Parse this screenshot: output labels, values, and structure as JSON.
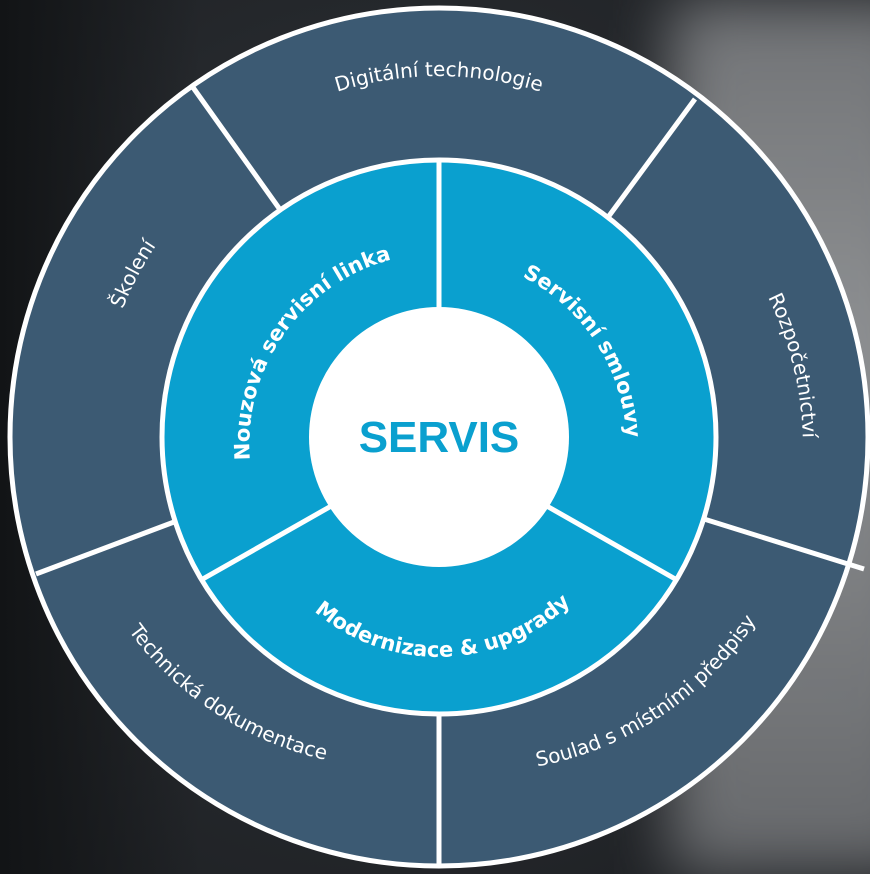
{
  "center": {
    "label": "SERVIS"
  },
  "inner_segments": [
    {
      "id": "emergency",
      "label": "Nouzová servisní linka"
    },
    {
      "id": "contracts",
      "label": "Servisní smlouvy"
    },
    {
      "id": "modernization",
      "label": "Modernizace & upgrady"
    }
  ],
  "outer_segments": [
    {
      "id": "digital",
      "label": "Digitální technologie"
    },
    {
      "id": "budgeting",
      "label": "Rozpočetnictví"
    },
    {
      "id": "compliance",
      "label": "Soulad s místními předpisy"
    },
    {
      "id": "documentation",
      "label": "Technická dokumentace"
    },
    {
      "id": "training",
      "label": "Školení"
    }
  ],
  "colors": {
    "outer_fill": "#3c5a73",
    "inner_fill": "#0aa0cf",
    "center_fill": "#ffffff",
    "divider": "#ffffff",
    "center_text": "#0aa0cf"
  }
}
